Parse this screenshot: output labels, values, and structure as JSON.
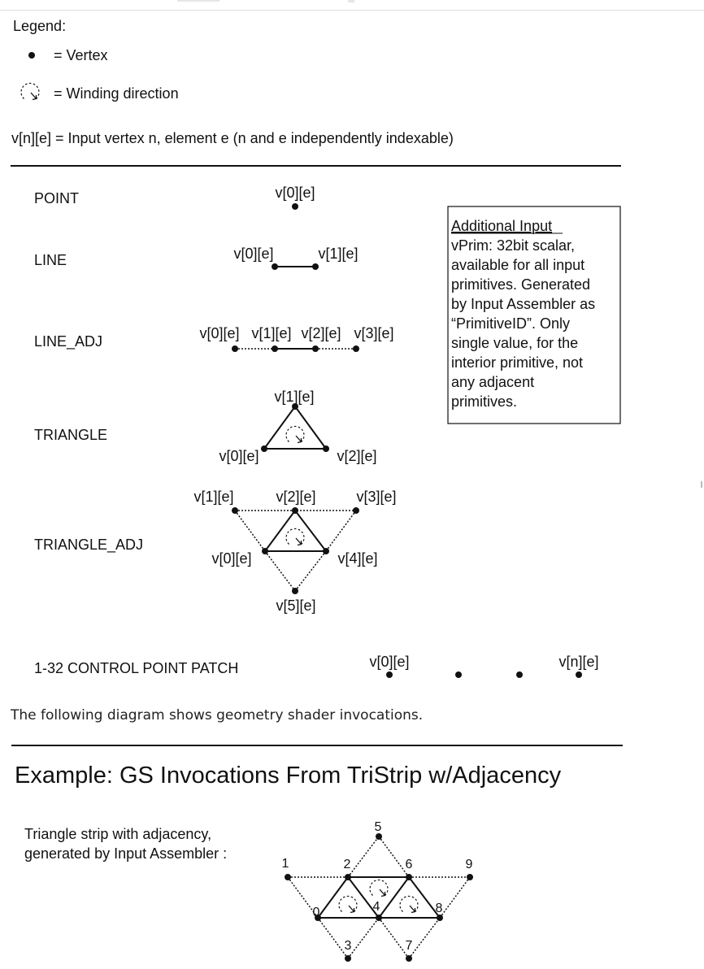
{
  "legend": {
    "title": "Legend:",
    "vertex": "= Vertex",
    "winding": "= Winding direction",
    "notation": "v[n][e] = Input vertex n, element e (n and e independently indexable)"
  },
  "primitives": {
    "point": {
      "label": "POINT",
      "v0": "v[0][e]"
    },
    "line": {
      "label": "LINE",
      "v0": "v[0][e]",
      "v1": "v[1][e]"
    },
    "line_adj": {
      "label": "LINE_ADJ",
      "v0": "v[0][e]",
      "v1": "v[1][e]",
      "v2": "v[2][e]",
      "v3": "v[3][e]"
    },
    "triangle": {
      "label": "TRIANGLE",
      "v0": "v[0][e]",
      "v1": "v[1][e]",
      "v2": "v[2][e]"
    },
    "triangle_adj": {
      "label": "TRIANGLE_ADJ",
      "v0": "v[0][e]",
      "v1": "v[1][e]",
      "v2": "v[2][e]",
      "v3": "v[3][e]",
      "v4": "v[4][e]",
      "v5": "v[5][e]"
    },
    "patch": {
      "label": "1-32 CONTROL POINT PATCH",
      "v0": "v[0][e]",
      "vn": "v[n][e]"
    }
  },
  "additional_input": {
    "title": "Additional Input",
    "lines": [
      "vPrim: 32bit scalar,",
      "available for all input",
      "primitives.  Generated",
      "by Input Assembler as",
      "“PrimitiveID”.  Only",
      "single value, for the",
      "interior primitive, not",
      "any adjacent",
      "primitives."
    ]
  },
  "description": "The following diagram shows geometry shader invocations.",
  "example": {
    "title": "Example: GS Invocations From TriStrip w/Adjacency",
    "caption_line1": "Triangle strip with adjacency,",
    "caption_line2": "generated by Input Assembler :",
    "labels": [
      "0",
      "1",
      "2",
      "3",
      "4",
      "5",
      "6",
      "7",
      "8",
      "9"
    ]
  }
}
